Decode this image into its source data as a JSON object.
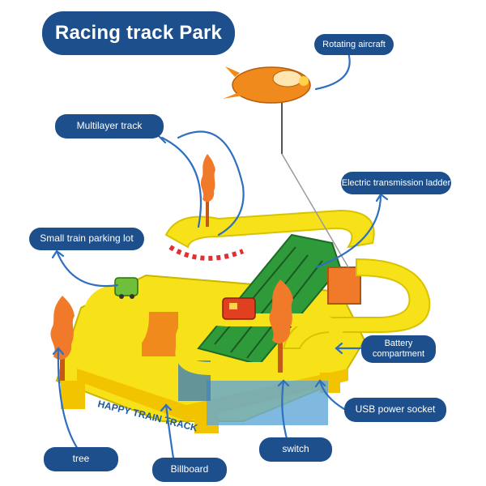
{
  "title": "Racing track Park",
  "labels": {
    "rotating_aircraft": "Rotating aircraft",
    "multilayer_track": "Multilayer track",
    "electric_ladder": "Electric transmission ladder",
    "parking_lot": "Small train parking lot",
    "battery": "Battery compartment",
    "usb": "USB power socket",
    "switch": "switch",
    "tree": "tree",
    "billboard": "Billboard"
  },
  "product_text": {
    "track_sign": "HAPPY TRAIN TRACK"
  },
  "colors": {
    "label_bg": "#1c4f8c",
    "arrow": "#2f6fc0",
    "track_yellow": "#f7e21a",
    "ladder_green": "#2f9a3a",
    "tree_orange": "#f07a2a",
    "aircraft_orange": "#f08a1c"
  }
}
